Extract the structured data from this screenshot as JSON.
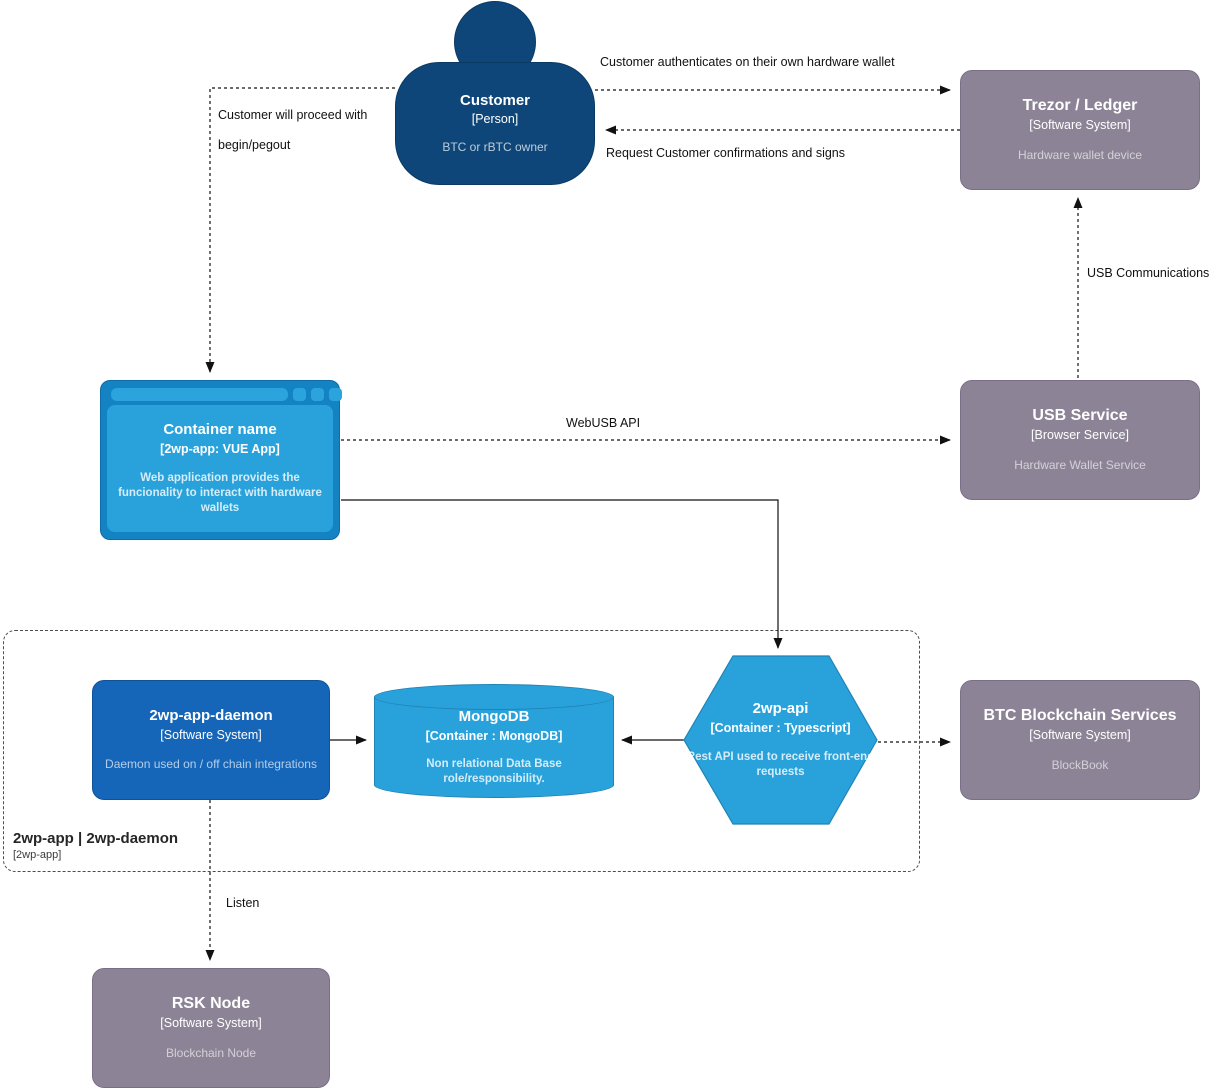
{
  "nodes": {
    "customer": {
      "title": "Customer",
      "subtitle": "[Person]",
      "description": "BTC or rBTC owner"
    },
    "trezor": {
      "title": "Trezor / Ledger",
      "subtitle": "[Software System]",
      "description": "Hardware wallet device"
    },
    "webapp": {
      "title": "Container name",
      "subtitle": "[2wp-app: VUE App]",
      "description": "Web application provides the funcionality to interact with hardware wallets"
    },
    "usb_service": {
      "title": "USB Service",
      "subtitle": "[Browser Service]",
      "description": "Hardware Wallet Service"
    },
    "daemon": {
      "title": "2wp-app-daemon",
      "subtitle": "[Software System]",
      "description": "Daemon used on / off chain integrations"
    },
    "mongodb": {
      "title": "MongoDB",
      "subtitle": "[Container : MongoDB]",
      "description": "Non relational Data Base role/responsibility."
    },
    "api": {
      "title": "2wp-api",
      "subtitle": "[Container : Typescript]",
      "description": "Rest API used to receive front-end requests"
    },
    "btc": {
      "title": "BTC Blockchain Services",
      "subtitle": "[Software System]",
      "description": "BlockBook"
    },
    "rsk": {
      "title": "RSK Node",
      "subtitle": "[Software System]",
      "description": "Blockchain Node"
    }
  },
  "boundary": {
    "title": "2wp-app | 2wp-daemon",
    "subtitle": "[2wp-app]"
  },
  "edges": {
    "auth": {
      "label": "Customer authenticates on their own hardware wallet",
      "style": "dashed"
    },
    "confirm": {
      "label": "Request Customer confirmations and signs",
      "style": "dashed"
    },
    "proceed": {
      "label": "Customer will proceed with begin/pegout",
      "style": "dashed"
    },
    "usb_comm": {
      "label": "USB Communications",
      "style": "dashed"
    },
    "webusb": {
      "label": "WebUSB API",
      "style": "dashed"
    },
    "app_to_api": {
      "label": "",
      "style": "solid"
    },
    "daemon_to_mongo": {
      "label": "",
      "style": "solid"
    },
    "api_to_mongo": {
      "label": "",
      "style": "solid"
    },
    "api_to_btc": {
      "label": "",
      "style": "dashed"
    },
    "listen": {
      "label": "Listen",
      "style": "dashed"
    }
  },
  "colors": {
    "person_navy": "#0e4679",
    "system_blue": "#1565b8",
    "container_blue": "#29a2dc",
    "browser_frame_blue": "#1483c4",
    "external_gray": "#8c8496",
    "edge_black": "#111111",
    "background": "#ffffff"
  }
}
